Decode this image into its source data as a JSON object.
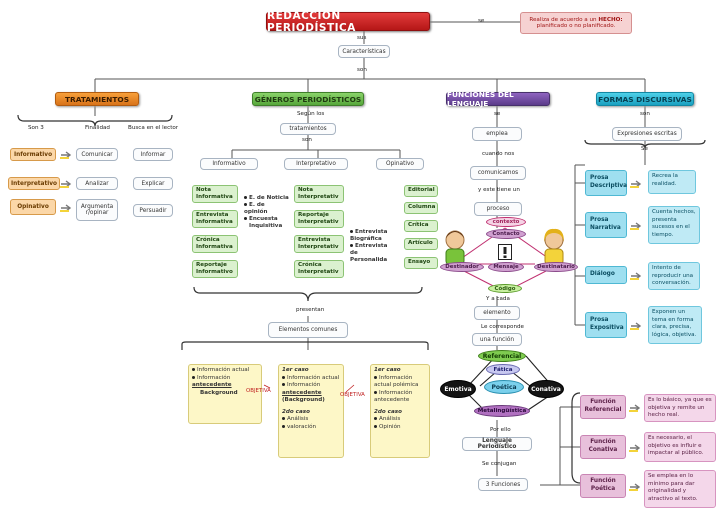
{
  "title": "REDACCIÓN PERIODÍSTICA",
  "se_label": "se",
  "note_top": {
    "pre": "Realiza de acuerdo a un ",
    "bold": "HECHO:",
    "line2": "planificado o no planificado."
  },
  "sus_label": "sus",
  "caracteristicas": "Características",
  "son_label": "son",
  "categories": {
    "tratamientos": "TRATAMIENTOS",
    "generos": "GÉNEROS PERIODÍSTICOS",
    "funciones": "FUNCIONES DEL LENGUAJE",
    "formas": "FORMAS DISCURSIVAS"
  },
  "tratamientos": {
    "col_son": "Son 3",
    "col_finalidad": "Finalidad",
    "col_busca": "Busca en el lector",
    "rows": [
      {
        "name": "Informativo",
        "finalidad": "Comunicar",
        "busca": "Informar"
      },
      {
        "name": "Interpretativo",
        "finalidad": "Analizar",
        "busca": "Explicar"
      },
      {
        "name": "Opinativo",
        "finalidad": "Argumenta r/opinar",
        "busca": "Persuadir"
      }
    ]
  },
  "generos": {
    "segun": "Según los",
    "tratamientos": "tratamientos",
    "son": "son",
    "cols": [
      "Informativo",
      "Interpretativo",
      "Opinativo"
    ],
    "informativo": [
      "Nota Informativa",
      "Entrevista Informativa",
      "Crónica Informativa",
      "Reportaje Informativo"
    ],
    "informativo_extra": [
      "E. de Noticia",
      "E. de opinión",
      "Encuesta",
      "Inquisitiva"
    ],
    "interpretativo": [
      "Nota Interpretativ",
      "Reportaje Interpretativ",
      "Entrevista Interpretativ",
      "Crónica Interpretativ"
    ],
    "interpretativo_extra": [
      "Entrevista Biográfica",
      "Entrevista de Personalida"
    ],
    "opinativo": [
      "Editorial",
      "Columna",
      "Crítica",
      "Artículo",
      "Ensayo"
    ],
    "presentan": "presentan",
    "elementos": "Elementos comunes",
    "elem_col1": {
      "items": [
        "Información actual",
        "Información"
      ],
      "underlined": "antecedente",
      "background": "Background"
    },
    "objetiva": "OBJETIVA",
    "elem_col2": {
      "caso1": "1er caso",
      "items1": [
        "Información actual",
        "Información"
      ],
      "underlined": "antecedente",
      "bg": "(Background)",
      "caso2": "2do caso",
      "items2": [
        "Análisis",
        "valoración"
      ]
    },
    "elem_col3": {
      "caso1": "1er caso",
      "items1": [
        "Información actual polémica",
        "Información antecedente"
      ],
      "caso2": "2do caso",
      "items2": [
        "Análisis",
        "Opinión"
      ]
    }
  },
  "funciones": {
    "se": "se",
    "emplea": "emplea",
    "cuando_nos": "cuando nos",
    "comunicamos": "comunicamos",
    "y_este": "y este tiene un",
    "proceso": "proceso",
    "contexto": "contexto",
    "contacto": "Contacto",
    "destinador": "Destinador",
    "mensaje": "Mensaje",
    "destinatario": "Destinatario",
    "codigo": "Código",
    "y_a_cada": "Y a cada",
    "elemento": "elemento",
    "le_corresponde": "Le corresponde",
    "una_funcion": "una función",
    "referencial": "Referencial",
    "fatica": "Fática",
    "emotiva": "Emotiva",
    "poetica": "Poética",
    "conativa": "Conativa",
    "metalinguistica": "Metalingüística",
    "por_ello": "Por ello",
    "lenguaje": "Lenguaje Periodístico",
    "se_conjugan": "Se conjugan",
    "tres": "3 Funciones"
  },
  "formas": {
    "son": "son",
    "expresiones": "Expresiones escritas",
    "se": "Se",
    "items": [
      {
        "name": "Prosa Descriptiva",
        "desc": "Recrea la realidad."
      },
      {
        "name": "Prosa Narrativa",
        "desc": "Cuenta hechos, presenta sucesos en el tiempo."
      },
      {
        "name": "Diálogo",
        "desc": "Intento de reproducir una conversación."
      },
      {
        "name": "Prosa Expositiva",
        "desc": "Exponen un tema en forma clara, precisa, lógica, objetiva."
      }
    ],
    "funciones_items": [
      {
        "name": "Función Referencial",
        "desc": "Es lo básico, ya que es objetiva y remite un hecho real."
      },
      {
        "name": "Función Conativa",
        "desc": "Es necesario, el objetivo es influir e impactar al público."
      },
      {
        "name": "Función Poética",
        "desc": "Se emplea en lo mínimo para dar originalidad y atractivo al texto."
      }
    ]
  }
}
